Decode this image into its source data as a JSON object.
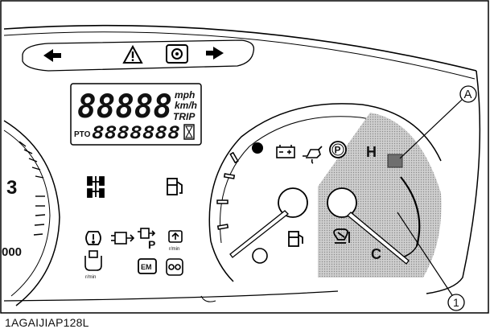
{
  "figure": {
    "reference_code": "1AGAIJIAP128L"
  },
  "lcd": {
    "main_digits": "88888",
    "unit_mph": "mph",
    "unit_kmh": "km/h",
    "unit_trip": "TRIP",
    "pto_label": "PTO",
    "sub_digits": "8888888"
  },
  "tach": {
    "scale_3": "3",
    "scale_000": "000"
  },
  "gauge": {
    "hot_label": "H",
    "cold_label": "C",
    "hot_zone_shading": "#9a9a9a"
  },
  "callouts": {
    "a_letter": "A",
    "one_number": "1"
  },
  "icons": {
    "warning_panel": [
      "left-turn-arrow",
      "hazard-triangle",
      "parking-brake-gear",
      "right-turn-arrow"
    ],
    "indicators": [
      "diff-lock",
      "fuel-pump",
      "engine-warning",
      "regen",
      "pto-regen",
      "pto-rpm",
      "glow-plug",
      "engine-em",
      "dpf",
      "battery",
      "oil-pressure",
      "parking-brake-p",
      "coolant-temp",
      "fuel-level"
    ]
  }
}
